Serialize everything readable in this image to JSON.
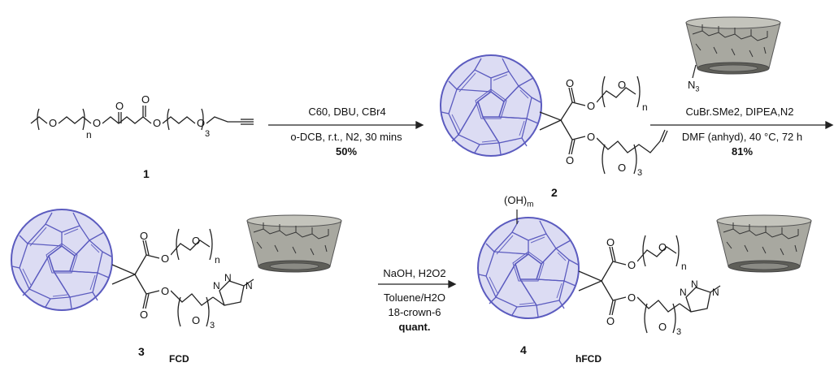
{
  "compounds": {
    "c1": {
      "number": "1"
    },
    "c2": {
      "number": "2"
    },
    "c3": {
      "number": "3",
      "tag": "FCD"
    },
    "c4": {
      "number": "4",
      "tag": "hFCD"
    }
  },
  "atoms": {
    "O": "O",
    "n": "n",
    "sub3": "3",
    "N": "N",
    "N3": "N",
    "N3_sub": "3",
    "OH": "(OH)",
    "m": "m"
  },
  "steps": {
    "step1": {
      "above": "C60, DBU, CBr4",
      "below": "o-DCB, r.t., N2, 30 mins",
      "yield": "50%"
    },
    "step2": {
      "above": "CuBr.SMe2, DIPEA,N2",
      "below": "DMF (anhyd), 40 °C, 72 h",
      "yield": "81%"
    },
    "step3": {
      "line1": "NaOH, H2O2",
      "line2": "Toluene/H2O",
      "line3": "18-crown-6",
      "yield": "quant."
    }
  },
  "colors": {
    "fullerene_fill": "#dcdcf3",
    "fullerene_stroke": "#5b5bbf",
    "cd_fill": "#a8a8a0",
    "cd_dark": "#5e5e58",
    "bond": "#222222"
  }
}
